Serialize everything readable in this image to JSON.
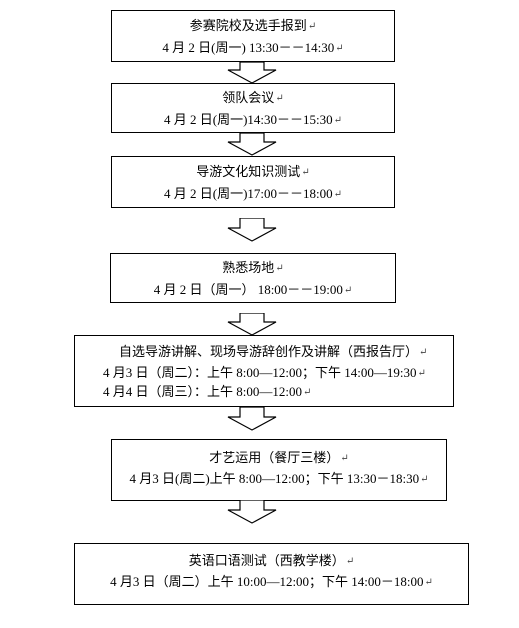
{
  "steps": [
    {
      "lines": [
        "参赛院校及选手报到",
        "4 月  2 日(周一) 13:30－－14:30"
      ]
    },
    {
      "lines": [
        "领队会议",
        "4 月 2 日(周一)14:30－－15:30"
      ]
    },
    {
      "lines": [
        "导游文化知识测试",
        "4 月 2 日(周一)17:00－－18:00"
      ]
    },
    {
      "lines": [
        "熟悉场地",
        "4 月  2 日（周一） 18:00－－19:00"
      ]
    },
    {
      "lines": [
        "自选导游讲解、现场导游辞创作及讲解（西报告厅）",
        "4 月3 日（周二）：上午 8:00—12:00；下午 14:00—19:30",
        "4 月4 日（周三）：上午 8:00—12:00"
      ]
    },
    {
      "lines": [
        "才艺运用（餐厅三楼）",
        "4 月3 日(周二)上午 8:00—12:00；下午 13:30－18:30"
      ]
    },
    {
      "lines": [
        "英语口语测试（西教学楼）",
        "4 月3 日（周二）上午 10:00—12:00；下午 14:00－18:00"
      ]
    }
  ],
  "paragraph_mark": "↵"
}
